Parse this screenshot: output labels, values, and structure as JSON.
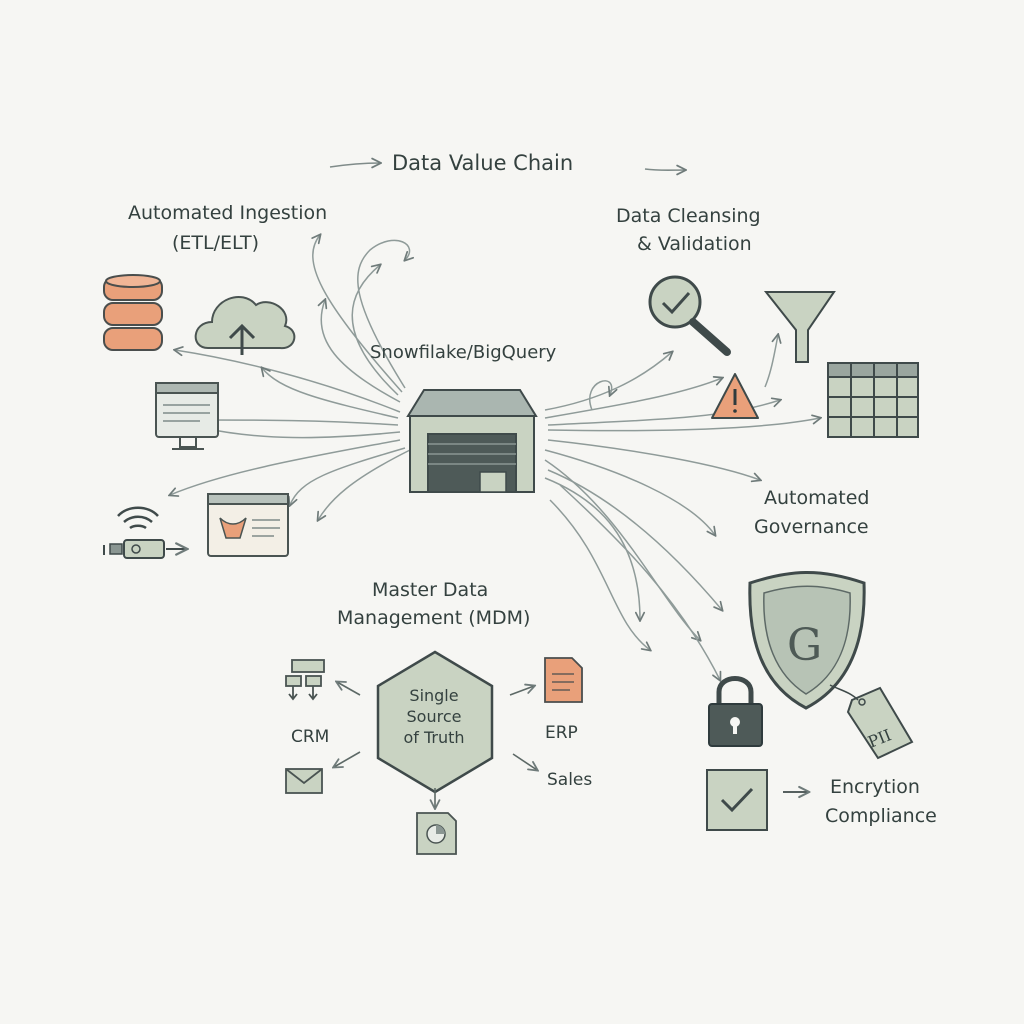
{
  "title": "Data Value Chain",
  "ingestion": {
    "line1": "Automated Ingestion",
    "line2": "(ETL/ELT)"
  },
  "cleansing": {
    "line1": "Data Cleansing",
    "line2": "& Validation"
  },
  "warehouse": {
    "label": "Snowfilake/BigQuery"
  },
  "governance": {
    "line1": "Automated",
    "line2": "Governance"
  },
  "mdm": {
    "line1": "Master Data",
    "line2": "Management (MDM)",
    "center_line1": "Single",
    "center_line2": "Source",
    "center_line3": "of Truth",
    "crm": "CRM",
    "erp": "ERP",
    "sales": "Sales"
  },
  "compliance": {
    "line1": "Encrytion",
    "line2": "Compliance",
    "shield_letter": "G",
    "tag_text": "PII"
  },
  "colors": {
    "accent_orange": "#e9a07a",
    "sage": "#c9d3c2",
    "ink": "#3f4a4a",
    "arrow": "#8d9998"
  },
  "icons": [
    "database-icon",
    "cloud-upload-icon",
    "monitor-icon",
    "wifi-icon",
    "sensor-device-icon",
    "browser-window-icon",
    "warehouse-icon",
    "magnifier-check-icon",
    "funnel-icon",
    "warning-icon",
    "table-grid-icon",
    "shield-icon",
    "padlock-icon",
    "pii-tag-icon",
    "checkbox-icon",
    "hierarchy-icon",
    "envelope-icon",
    "document-icon",
    "pie-doc-icon"
  ]
}
